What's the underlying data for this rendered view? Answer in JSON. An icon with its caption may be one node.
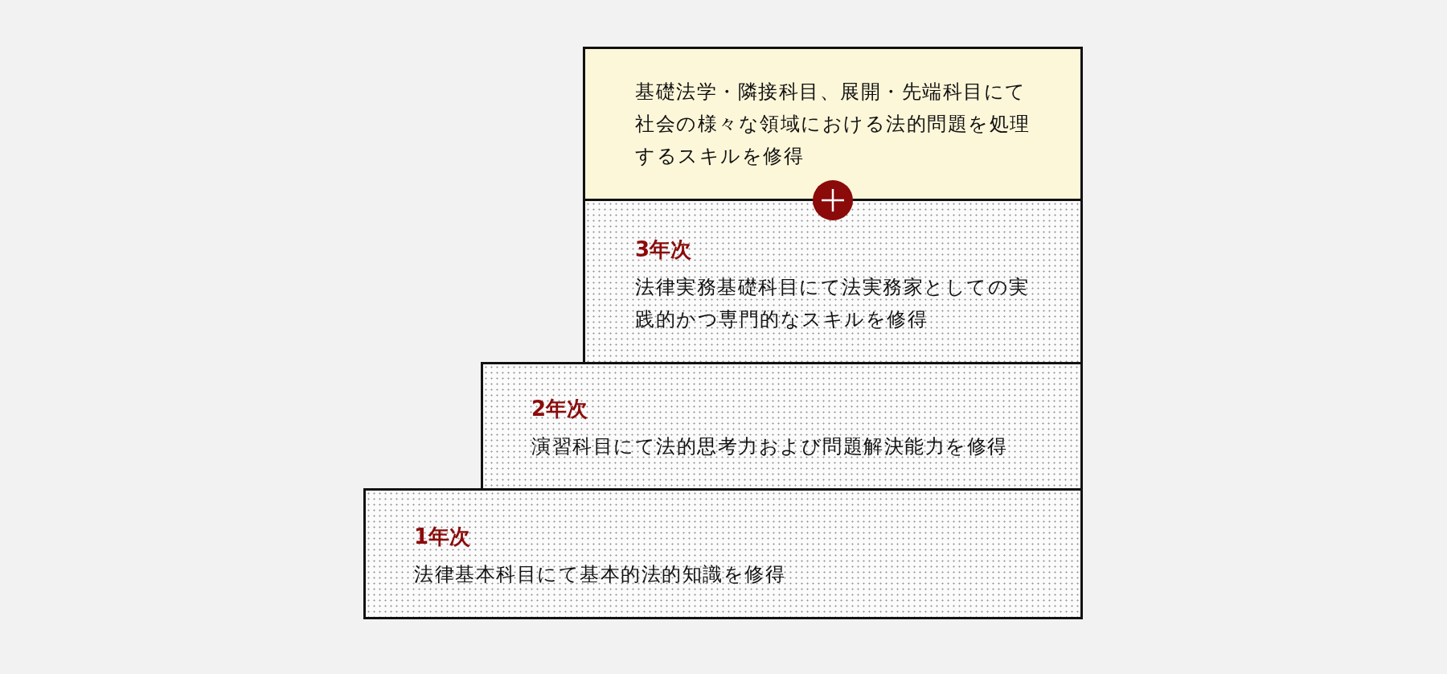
{
  "diagram": {
    "nodes": [
      {
        "text": [
          "基礎法学・隣接科目、展開・先端科目にて社会の様々な領域における法的問題を処理するスキルを修得"
        ]
      },
      {
        "text": [
          "3年次",
          "法律実務基礎科目にて法実務家としての実践的かつ専門的なスキルを修得"
        ]
      },
      {
        "text": [
          "2年次",
          "演習科目にて法的思考力および問題解決能力を修得"
        ]
      },
      {
        "text": [
          "1年次",
          "法律基本科目にて基本的法的知識を修得"
        ]
      }
    ]
  }
}
